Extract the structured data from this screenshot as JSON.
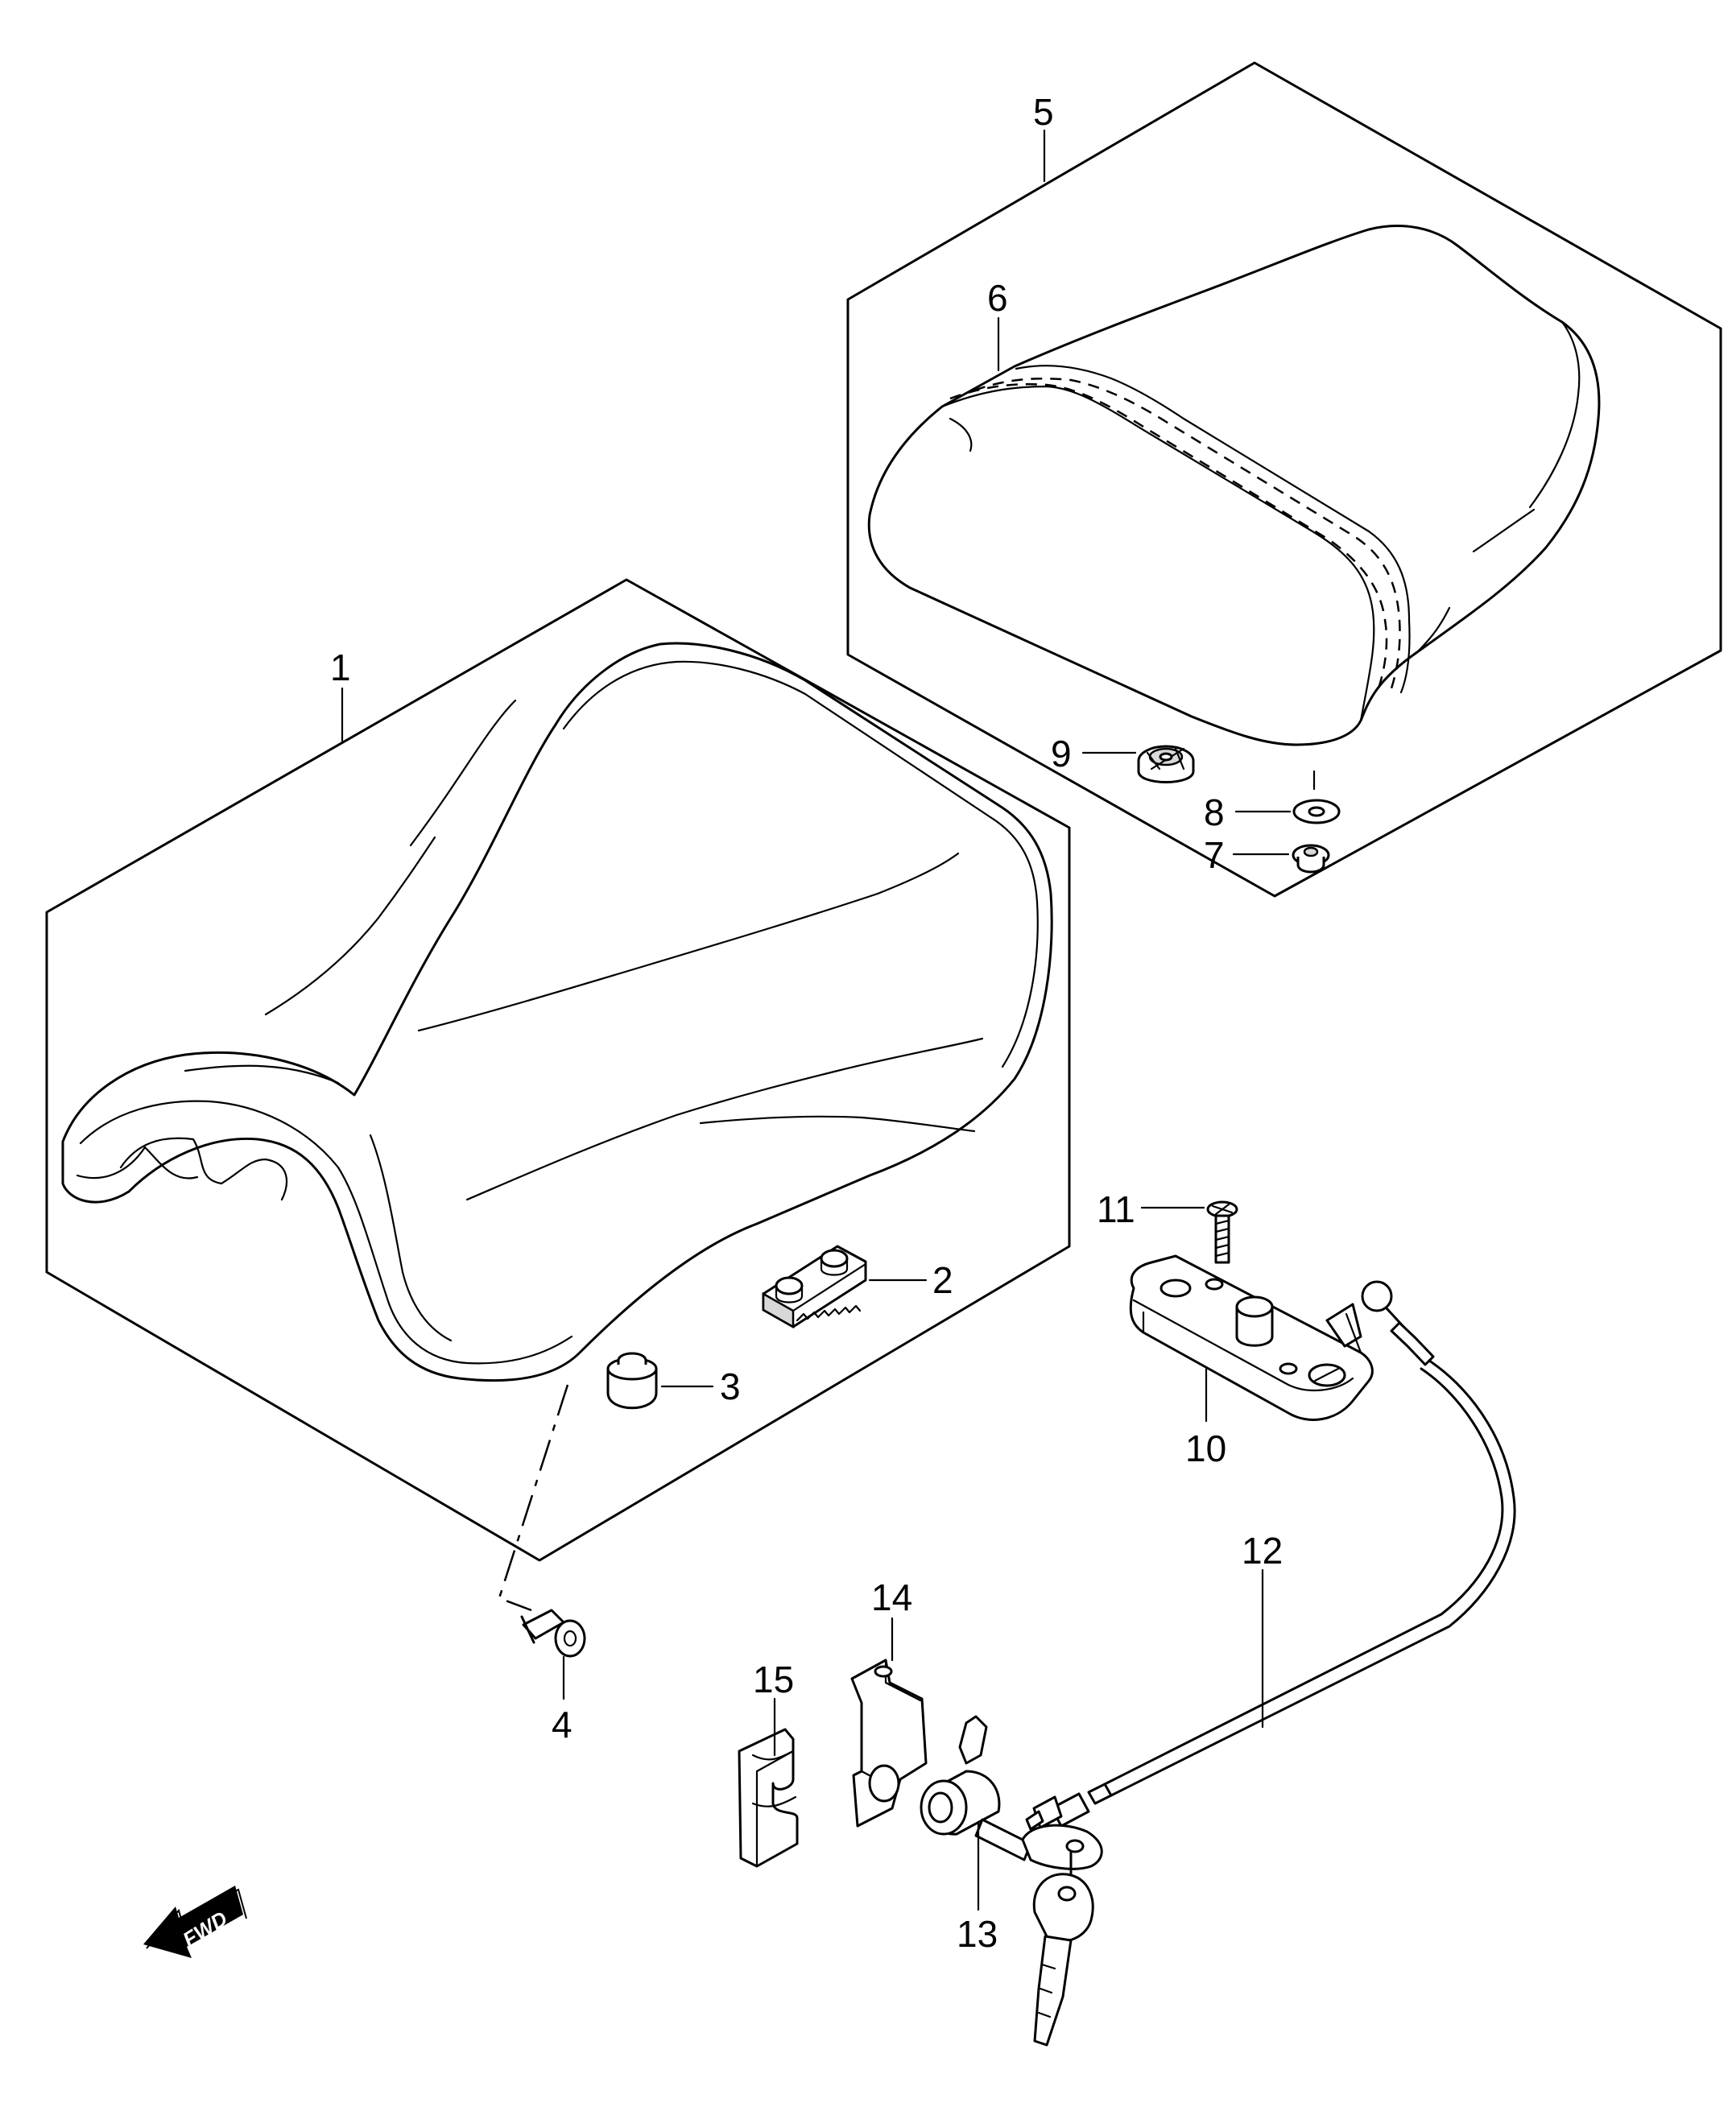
{
  "callouts": [
    {
      "id": "1",
      "text": "1"
    },
    {
      "id": "2",
      "text": "2"
    },
    {
      "id": "3",
      "text": "3"
    },
    {
      "id": "4",
      "text": "4"
    },
    {
      "id": "5",
      "text": "5"
    },
    {
      "id": "6",
      "text": "6"
    },
    {
      "id": "7",
      "text": "7"
    },
    {
      "id": "8",
      "text": "8"
    },
    {
      "id": "9",
      "text": "9"
    },
    {
      "id": "10",
      "text": "10"
    },
    {
      "id": "11",
      "text": "11"
    },
    {
      "id": "12",
      "text": "12"
    },
    {
      "id": "13",
      "text": "13"
    },
    {
      "id": "14",
      "text": "14"
    },
    {
      "id": "15",
      "text": "15"
    }
  ],
  "direction_marker": {
    "text": "FWD"
  }
}
